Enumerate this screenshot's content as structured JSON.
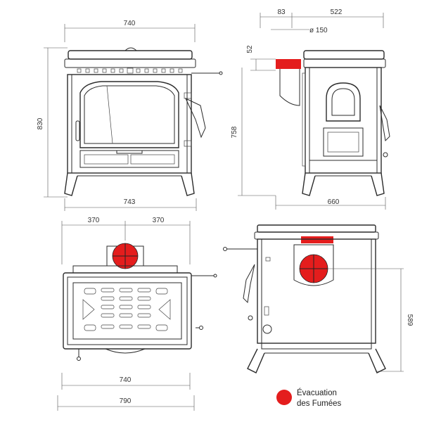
{
  "dimensions": {
    "front_width_top": "740",
    "front_height": "830",
    "front_width_bottom": "743",
    "side_offset": "83",
    "side_depth_top": "522",
    "flue_diameter": "ø 150",
    "flue_height": "52",
    "side_height": "758",
    "side_depth_bottom": "660",
    "top_left": "370",
    "top_right": "370",
    "top_width_inner": "740",
    "top_width_outer": "790",
    "back_height": "589"
  },
  "legend": {
    "line1": "Évacuation",
    "line2": "des Fumées",
    "color": "#e41d1d"
  }
}
